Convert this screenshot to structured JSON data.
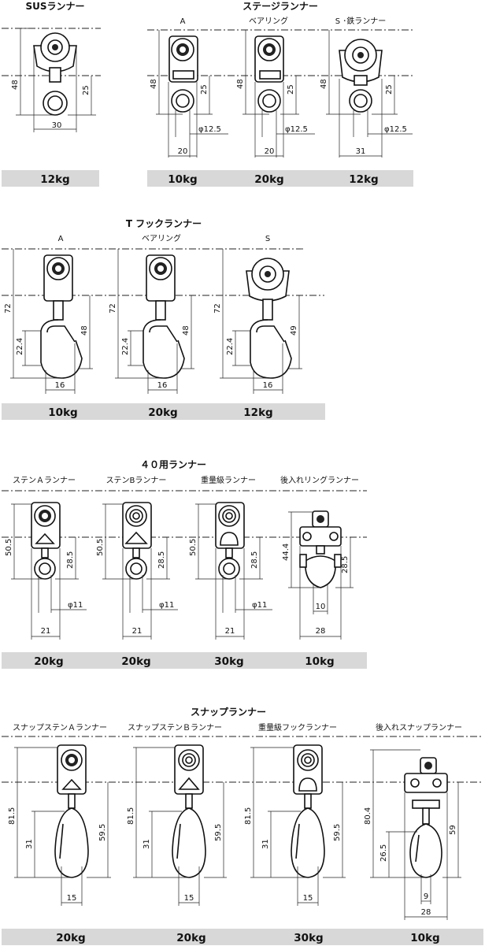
{
  "sections": [
    {
      "title": "SUSランナー",
      "items": [
        {
          "sub": "",
          "dims": {
            "height": "48",
            "lower": "25",
            "width": "30"
          },
          "capacity": "12kg"
        }
      ]
    },
    {
      "title": "ステージランナー",
      "items": [
        {
          "sub": "A",
          "dims": {
            "height": "48",
            "lower": "25",
            "ring": "φ12.5",
            "width": "20"
          },
          "capacity": "10kg"
        },
        {
          "sub": "ベアリング",
          "dims": {
            "height": "48",
            "lower": "25",
            "ring": "φ12.5",
            "width": "20"
          },
          "capacity": "20kg"
        },
        {
          "sub": "S ･鉄ランナー",
          "dims": {
            "height": "48",
            "lower": "25",
            "ring": "φ12.5",
            "width": "31"
          },
          "capacity": "12kg"
        }
      ]
    },
    {
      "title": "T フックランナー",
      "items": [
        {
          "sub": "A",
          "dims": {
            "height": "72",
            "hook": "22.4",
            "lower": "48",
            "width": "16"
          },
          "capacity": "10kg"
        },
        {
          "sub": "ベアリング",
          "dims": {
            "height": "72",
            "hook": "22.4",
            "lower": "48",
            "width": "16"
          },
          "capacity": "20kg"
        },
        {
          "sub": "S",
          "dims": {
            "height": "72",
            "hook": "22.4",
            "lower": "49",
            "width": "16"
          },
          "capacity": "12kg"
        }
      ]
    },
    {
      "title": "４０用ランナー",
      "items": [
        {
          "sub": "ステンＡランナー",
          "dims": {
            "height": "50.5",
            "lower": "28.5",
            "ring": "φ11",
            "width": "21"
          },
          "capacity": "20kg"
        },
        {
          "sub": "ステンBランナー",
          "dims": {
            "height": "50.5",
            "lower": "28.5",
            "ring": "φ11",
            "width": "21"
          },
          "capacity": "20kg"
        },
        {
          "sub": "重量級ランナー",
          "dims": {
            "height": "50.5",
            "lower": "28.5",
            "ring": "φ11",
            "width": "21"
          },
          "capacity": "30kg"
        },
        {
          "sub": "後入れリングランナー",
          "dims": {
            "height": "44.4",
            "lower": "28.5",
            "ring": "10",
            "width": "28"
          },
          "capacity": "10kg"
        }
      ]
    },
    {
      "title": "スナップランナー",
      "items": [
        {
          "sub": "スナップステンＡランナー",
          "dims": {
            "height": "81.5",
            "hook": "31",
            "lower": "59.5",
            "width": "15"
          },
          "capacity": "20kg"
        },
        {
          "sub": "スナップステンＢランナー",
          "dims": {
            "height": "81.5",
            "hook": "31",
            "lower": "59.5",
            "width": "15"
          },
          "capacity": "20kg"
        },
        {
          "sub": "重量級フックランナー",
          "dims": {
            "height": "81.5",
            "hook": "31",
            "lower": "59.5",
            "width": "15"
          },
          "capacity": "30kg"
        },
        {
          "sub": "後入れスナップランナー",
          "dims": {
            "height": "80.4",
            "hook": "26.5",
            "lower": "59",
            "ring": "9",
            "width": "28"
          },
          "capacity": "10kg"
        }
      ]
    }
  ]
}
